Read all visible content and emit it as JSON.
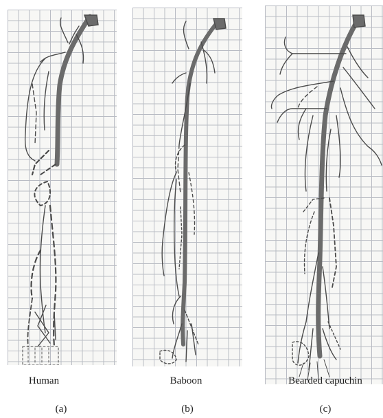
{
  "figure": {
    "panels": [
      {
        "letter": "(a)",
        "species": "Human"
      },
      {
        "letter": "(b)",
        "species": "Baboon"
      },
      {
        "letter": "(c)",
        "species": "Bearded capuchin"
      }
    ],
    "colors": {
      "grid": "#b9bcc4",
      "vessel_main": "#6b6b6b",
      "vessel_stroke": "#4a4a4a",
      "paper": "#f7f7f5"
    }
  }
}
